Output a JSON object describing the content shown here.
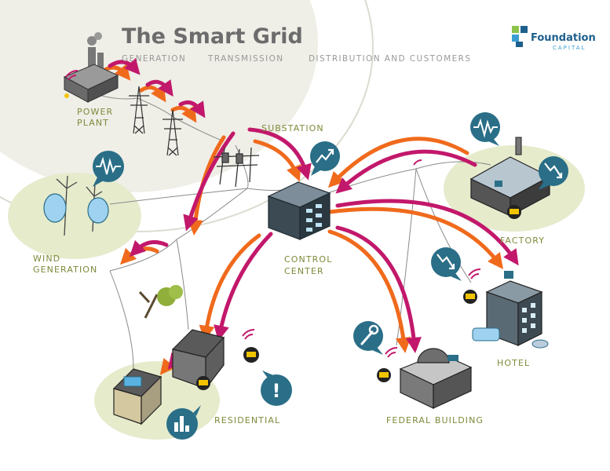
{
  "title": "The Smart Grid",
  "phases": {
    "generation": "GENERATION",
    "transmission": "TRANSMISSION",
    "distribution": "DISTRIBUTION AND CUSTOMERS"
  },
  "brand": {
    "name": "Foundation",
    "sub": "CAPITAL"
  },
  "labels": {
    "power_plant_1": "POWER",
    "power_plant_2": "PLANT",
    "substation": "SUBSTATION",
    "wind_1": "WIND",
    "wind_2": "GENERATION",
    "control_1": "CONTROL",
    "control_2": "CENTER",
    "factory": "FACTORY",
    "hotel": "HOTEL",
    "residential": "RESIDENTIAL",
    "federal": "FEDERAL BUILDING"
  },
  "colors": {
    "orange": "#f06a1c",
    "magenta": "#c2186b",
    "teal": "#2a6e87",
    "ground": "#e6ebcc",
    "region": "#ebeae0",
    "label": "#7f8a3a"
  },
  "icons": {
    "notice": "!"
  }
}
